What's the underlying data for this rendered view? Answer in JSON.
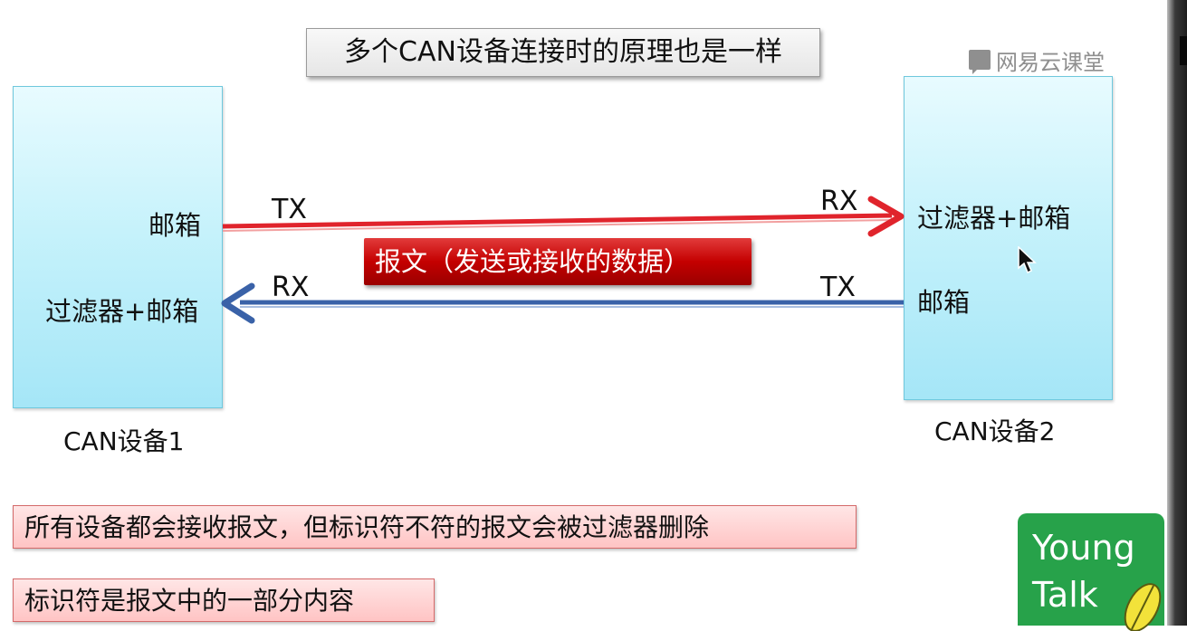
{
  "title": "多个CAN设备连接时的原理也是一样",
  "logo_text": "网易云课堂",
  "device1": {
    "top_label": "邮箱",
    "bottom_label": "过滤器+邮箱",
    "caption": "CAN设备1"
  },
  "device2": {
    "top_label": "过滤器+邮箱",
    "bottom_label": "邮箱",
    "caption": "CAN设备2"
  },
  "arrow_top": {
    "left_label": "TX",
    "right_label": "RX",
    "color": "#e0242c"
  },
  "arrow_bottom": {
    "left_label": "RX",
    "right_label": "TX",
    "color": "#3a62a8"
  },
  "message_label": "报文（发送或接收的数据）",
  "notes": [
    "所有设备都会接收报文，但标识符不符的报文会被过滤器删除",
    "标识符是报文中的一部分内容"
  ],
  "badge": {
    "line1": "Young",
    "line2": "Talk",
    "color": "#27a24a"
  },
  "icons": [
    "chat-bubble-icon",
    "mouse-cursor-icon",
    "feather-leaf-icon"
  ]
}
